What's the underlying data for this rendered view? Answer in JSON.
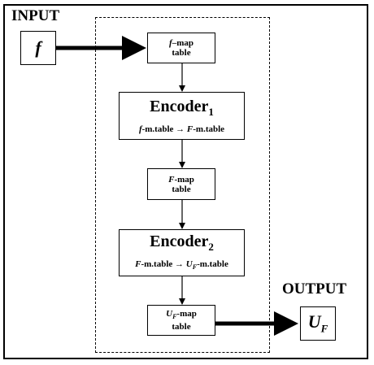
{
  "labels": {
    "input": "INPUT",
    "output": "OUTPUT"
  },
  "nodes": {
    "input_f": {
      "text": "f"
    },
    "f_map_table": {
      "line1_italic": "f",
      "line1_rest": "–map",
      "line2": "table"
    },
    "encoder1": {
      "title": "Encoder",
      "subscript": "1",
      "from_italic": "f",
      "from_rest": "-m.table",
      "arrow": "→",
      "to_italic": "F",
      "to_rest": "-m.table"
    },
    "F_map_table": {
      "line1_italic": "F",
      "line1_rest": "-map",
      "line2": "table"
    },
    "encoder2": {
      "title": "Encoder",
      "subscript": "2",
      "from_italic": "F",
      "from_rest": "-m.table",
      "arrow": "→",
      "to_italic": "U",
      "to_sub": "F",
      "to_rest": "-m.table"
    },
    "UF_map_table": {
      "line1_italic": "U",
      "line1_sub": "F",
      "line1_rest": "-map",
      "line2": "table"
    },
    "output_UF": {
      "text": "U",
      "sub": "F"
    }
  },
  "colors": {
    "stroke": "#000000",
    "background": "#ffffff"
  }
}
